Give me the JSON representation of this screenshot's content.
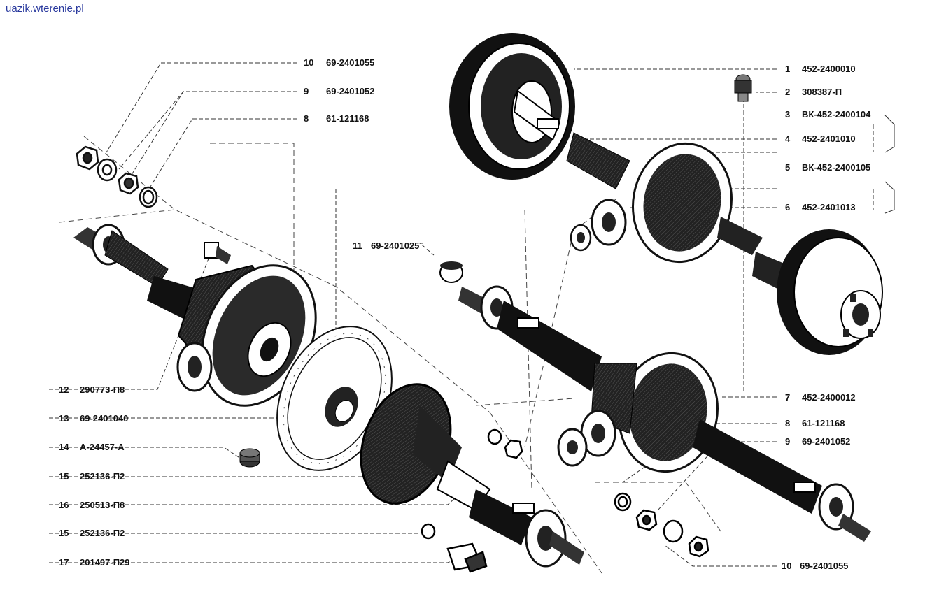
{
  "watermark": "uazik.wterenie.pl",
  "callouts_left": [
    {
      "num": "10",
      "code": "69-2401055"
    },
    {
      "num": "9",
      "code": "69-2401052"
    },
    {
      "num": "8",
      "code": "61-121168"
    },
    {
      "num": "11",
      "code": "69-2401025"
    },
    {
      "num": "12",
      "code": "290773-П8"
    },
    {
      "num": "13",
      "code": "69-2401040"
    },
    {
      "num": "14",
      "code": "А-24457-А"
    },
    {
      "num": "15",
      "code": "252136-П2"
    },
    {
      "num": "16",
      "code": "250513-П8"
    },
    {
      "num": "15",
      "code": "252136-П2"
    },
    {
      "num": "17",
      "code": "201497-П29"
    }
  ],
  "callouts_right": [
    {
      "num": "1",
      "code": "452-2400010"
    },
    {
      "num": "2",
      "code": "308387-П"
    },
    {
      "num": "3",
      "code": "ВК-452-2400104"
    },
    {
      "num": "4",
      "code": "452-2401010"
    },
    {
      "num": "5",
      "code": "ВК-452-2400105"
    },
    {
      "num": "6",
      "code": "452-2401013"
    },
    {
      "num": "7",
      "code": "452-2400012"
    },
    {
      "num": "8",
      "code": "61-121168"
    },
    {
      "num": "9",
      "code": "69-2401052"
    },
    {
      "num": "10",
      "code": "69-2401055"
    }
  ]
}
